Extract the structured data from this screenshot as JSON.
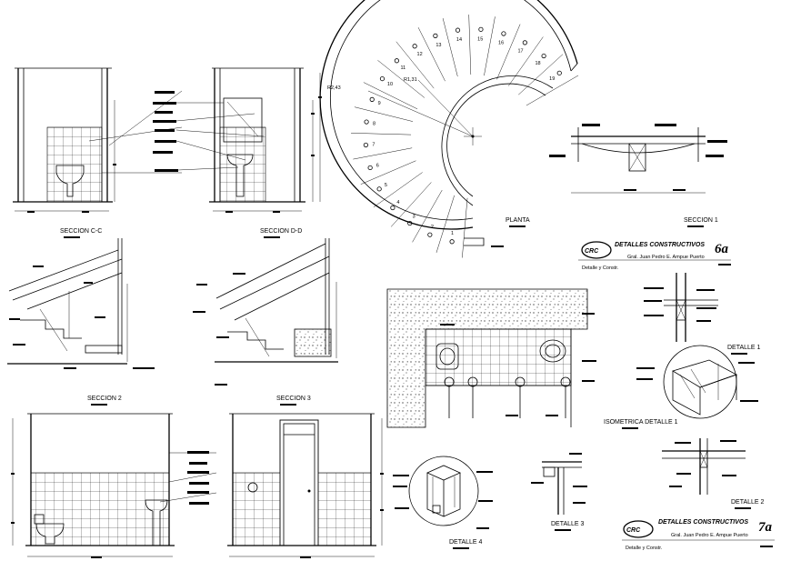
{
  "sections": {
    "seccion_cc": "SECCION C-C",
    "seccion_dd": "SECCION D-D",
    "planta": "PLANTA",
    "seccion_1": "SECCION 1",
    "seccion_2": "SECCION 2",
    "seccion_3": "SECCION 3",
    "detalle_1": "DETALLE 1",
    "isometrica_detalle_1": "ISOMETRICA DETALLE 1",
    "detalle_2": "DETALLE 2",
    "detalle_3": "DETALLE 3",
    "detalle_4": "DETALLE 4"
  },
  "stair": {
    "radius_outer": "R2,43",
    "radius_inner": "R1,31",
    "step_numbers": [
      "1",
      "2",
      "3",
      "4",
      "5",
      "6",
      "7",
      "8",
      "9",
      "10",
      "11",
      "12",
      "13",
      "14",
      "15",
      "16",
      "17",
      "18",
      "19"
    ]
  },
  "title_blocks": [
    {
      "logo": "CRC",
      "title": "DETALLES CONSTRUCTIVOS",
      "sheet": "6a",
      "subtitle": "Detalle y Constr.",
      "project": "Gral. Juan Pedro E. Ampue Puerto"
    },
    {
      "logo": "CRC",
      "title": "DETALLES CONSTRUCTIVOS",
      "sheet": "7a",
      "subtitle": "Detalle y Constr.",
      "project": "Gral. Juan Pedro E. Ampue Puerto"
    }
  ]
}
